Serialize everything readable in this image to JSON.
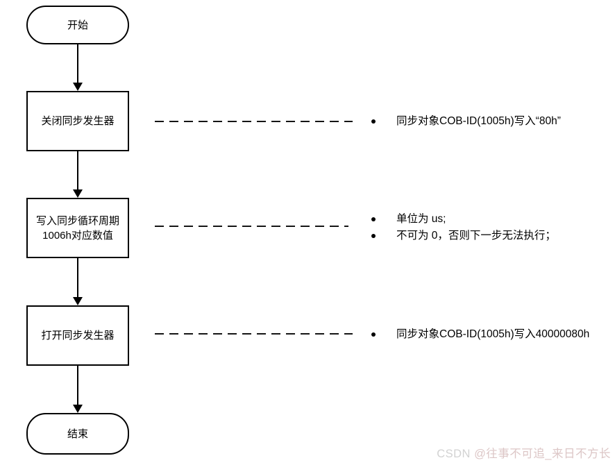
{
  "flowchart": {
    "start": {
      "label": "开始"
    },
    "steps": [
      {
        "label": "关闭同步发生器"
      },
      {
        "label": "写入同步循环周期",
        "label2": "1006h对应数值"
      },
      {
        "label": "打开同步发生器"
      }
    ],
    "end": {
      "label": "结束"
    },
    "annotations": [
      {
        "items": [
          "同步对象COB-ID(1005h)写入“80h”"
        ]
      },
      {
        "items": [
          "单位为 us;",
          "不可为 0，否则下一步无法执行；"
        ]
      },
      {
        "items": [
          "同步对象COB-ID(1005h)写入40000080h"
        ]
      }
    ]
  },
  "watermark": {
    "brand": "CSDN ",
    "author": "@往事不可追_来日不方长"
  },
  "colors": {
    "line": "#000000",
    "text": "#000000",
    "watermark_brand": "#d2d2d2",
    "watermark_author": "#dcc6c6"
  }
}
